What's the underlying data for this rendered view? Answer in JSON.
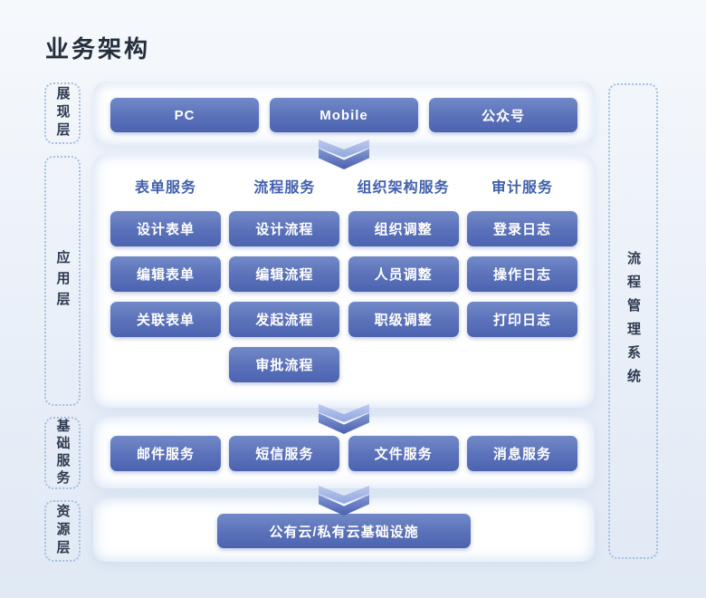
{
  "page": {
    "title": "业务架构"
  },
  "colors": {
    "background_top": "#f6f9fc",
    "background_bottom": "#e0e9f4",
    "node_gradient_top": "#7289c7",
    "node_gradient_bottom": "#4c63b0",
    "column_header_blue": "#4160ad",
    "tag_border_blue": "#a4bfe4",
    "tag_text": "#2e3a50",
    "title_text": "#242e3d",
    "node_text": "#ffffff"
  },
  "left_tags": [
    {
      "label": "展现层"
    },
    {
      "label": "应用层"
    },
    {
      "label": "基础服务"
    },
    {
      "label": "资源层"
    }
  ],
  "right_tag": {
    "label": "流程管理系统"
  },
  "presentation": {
    "nodes": [
      "PC",
      "Mobile",
      "公众号"
    ]
  },
  "application": {
    "columns": [
      {
        "header": "表单服务",
        "nodes": [
          "设计表单",
          "编辑表单",
          "关联表单"
        ]
      },
      {
        "header": "流程服务",
        "nodes": [
          "设计流程",
          "编辑流程",
          "发起流程",
          "审批流程"
        ]
      },
      {
        "header": "组织架构服务",
        "nodes": [
          "组织调整",
          "人员调整",
          "职级调整"
        ]
      },
      {
        "header": "审计服务",
        "nodes": [
          "登录日志",
          "操作日志",
          "打印日志"
        ]
      }
    ]
  },
  "foundation": {
    "nodes": [
      "邮件服务",
      "短信服务",
      "文件服务",
      "消息服务"
    ]
  },
  "resource": {
    "nodes": [
      "公有云/私有云基础设施"
    ]
  }
}
